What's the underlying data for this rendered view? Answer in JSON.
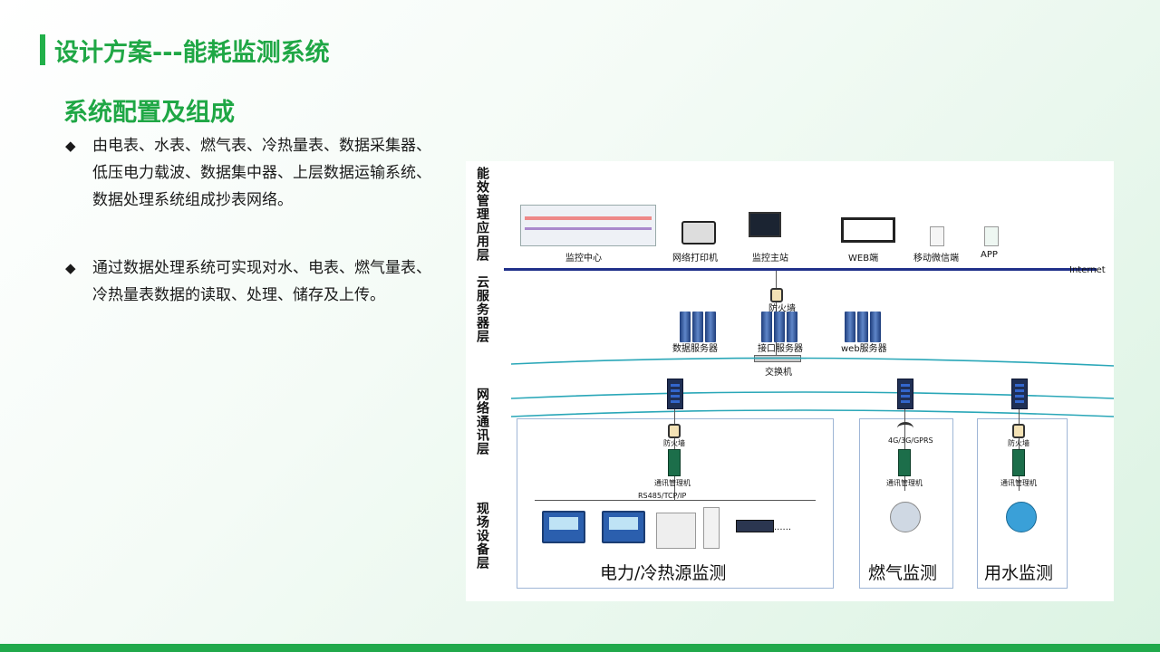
{
  "slide": {
    "title": "设计方案---能耗监测系统",
    "subtitle": "系统配置及组成",
    "bullets": [
      {
        "mark": "◆",
        "text": "由电表、水表、燃气表、冷热量表、数据采集器、低压电力载波、数据集中器、上层数据运输系统、数据处理系统组成抄表网络。"
      },
      {
        "mark": "◆",
        "text": "通过数据处理系统可实现对水、电表、燃气量表、冷热量表数据的读取、处理、储存及上传。"
      }
    ],
    "accent_color": "#1fa745"
  },
  "diagram": {
    "layers": {
      "app": "能效管理应用层",
      "cloud": "云服务器层",
      "net": "网络通讯层",
      "field": "现场设备层"
    },
    "app_items": [
      "监控中心",
      "网络打印机",
      "监控主站",
      "WEB端",
      "移动微信端",
      "APP"
    ],
    "internet": "Internet",
    "firewall_top": "防火墙",
    "servers": [
      "数据服务器",
      "接口服务器",
      "web服务器"
    ],
    "switch": "交换机",
    "zones": {
      "power": "电力/冷热源监测",
      "gas": "燃气监测",
      "water": "用水监测"
    },
    "field_labels": {
      "firewall": "防火墙",
      "converter": "通讯管理机",
      "wireless": "4G/3G/GPRS",
      "bus": "RS485/TCP/IP",
      "ellipsis": "······"
    },
    "line_color": "#20308a",
    "wave_color": "#2aa7b8"
  }
}
